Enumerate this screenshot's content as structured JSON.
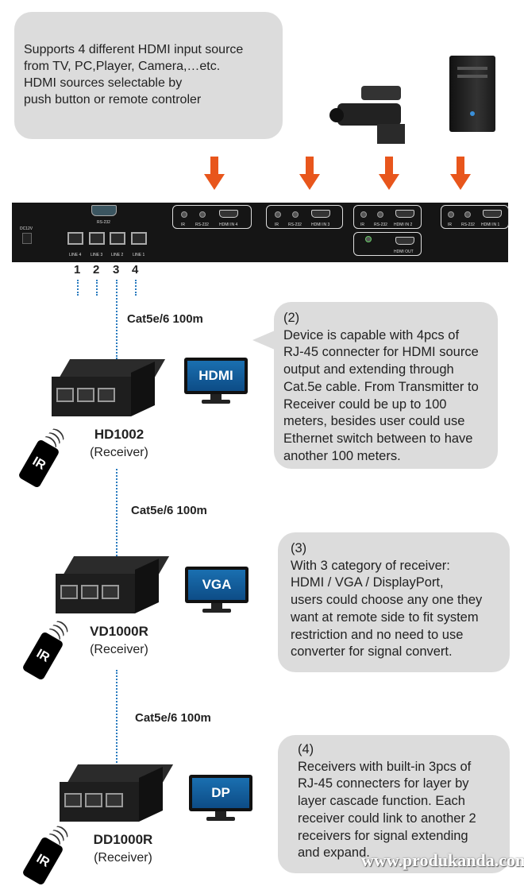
{
  "intro": {
    "lines": [
      "Supports 4 different HDMI input source",
      "from TV, PC,Player, Camera,…etc.",
      "HDMI sources selectable by",
      "push button or remote controler"
    ]
  },
  "panel": {
    "power_label": "DC12V",
    "rs232_label": "RS-232",
    "line_labels": [
      "LINE 4",
      "LINE 3",
      "LINE 2",
      "LINE 1"
    ],
    "inputs": [
      {
        "ir": "IR",
        "rs": "RS-232",
        "hdmi": "HDMI IN 4"
      },
      {
        "ir": "IR",
        "rs": "RS-232",
        "hdmi": "HDMI IN 3"
      },
      {
        "ir": "IR",
        "rs": "RS-232",
        "hdmi": "HDMI IN 2"
      },
      {
        "ir": "IR",
        "rs": "RS-232",
        "hdmi": "HDMI IN 1"
      }
    ],
    "hdmi_out_label": "HDMI OUT"
  },
  "line_numbers": [
    "1",
    "2",
    "3",
    "4"
  ],
  "cable_label": "Cat5e/6 100m",
  "receivers": [
    {
      "model": "HD1002",
      "role": "(Receiver)",
      "display": "HDMI",
      "remote": "IR"
    },
    {
      "model": "VD1000R",
      "role": "(Receiver)",
      "display": "VGA",
      "remote": "IR"
    },
    {
      "model": "DD1000R",
      "role": "(Receiver)",
      "display": "DP",
      "remote": "IR"
    }
  ],
  "notes": [
    {
      "num": "(2)",
      "lines": [
        "Device is capable with 4pcs of",
        "RJ-45 connecter for HDMI source",
        "output and extending through",
        "Cat.5e cable. From Transmitter to",
        "Receiver could be up to 100",
        "meters, besides user could use",
        "Ethernet switch between to have",
        "another 100 meters."
      ]
    },
    {
      "num": "(3)",
      "lines": [
        "With 3 category of receiver:",
        "HDMI / VGA / DisplayPort,",
        "users could choose any one they",
        "want at remote side to fit system",
        "restriction and no need to use",
        "converter for signal convert."
      ]
    },
    {
      "num": "(4)",
      "lines": [
        "Receivers with built-in 3pcs of",
        "RJ-45 connecters for layer by",
        "layer cascade function. Each",
        "receiver could link to another 2",
        "receivers for signal extending",
        "and expand."
      ]
    }
  ],
  "watermark": "www.produkanda.com",
  "colors": {
    "arrow": "#e8561c",
    "bubble": "#dcdcdc",
    "line": "#2a7bbf"
  }
}
